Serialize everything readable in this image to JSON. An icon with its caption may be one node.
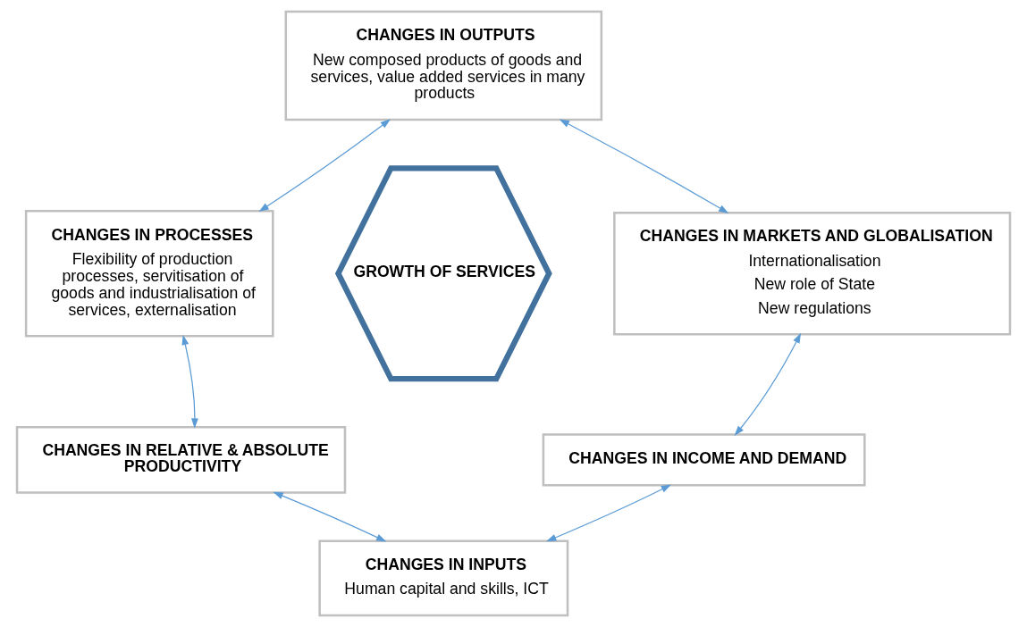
{
  "diagram": {
    "nodes": [
      {
        "text": [
          "GROWTH OF SERVICES"
        ]
      },
      {
        "text": [
          "CHANGES IN OUTPUTS",
          "New composed products of goods and services, value added services in many products"
        ]
      },
      {
        "text": [
          "CHANGES IN PROCESSES",
          "Flexibility of production processes, servitisation of goods and industrialisation of services, externalisation"
        ]
      },
      {
        "text": [
          "CHANGES IN MARKETS AND GLOBALISATION",
          "Internationalisation",
          "New role of State",
          "New regulations"
        ]
      },
      {
        "text": [
          "CHANGES IN RELATIVE & ABSOLUTE PRODUCTIVITY"
        ]
      },
      {
        "text": [
          "CHANGES IN INCOME AND DEMAND"
        ]
      },
      {
        "text": [
          "CHANGES IN INPUTS",
          "Human capital and skills, ICT"
        ]
      }
    ],
    "edges": [
      {
        "from": 2,
        "to": 1,
        "arrow": "both"
      },
      {
        "from": 1,
        "to": 3,
        "arrow": "both"
      },
      {
        "from": 2,
        "to": 4,
        "arrow": "both"
      },
      {
        "from": 3,
        "to": 5,
        "arrow": "both"
      },
      {
        "from": 4,
        "to": 6,
        "arrow": "both"
      },
      {
        "from": 6,
        "to": 5,
        "arrow": "both"
      }
    ]
  }
}
